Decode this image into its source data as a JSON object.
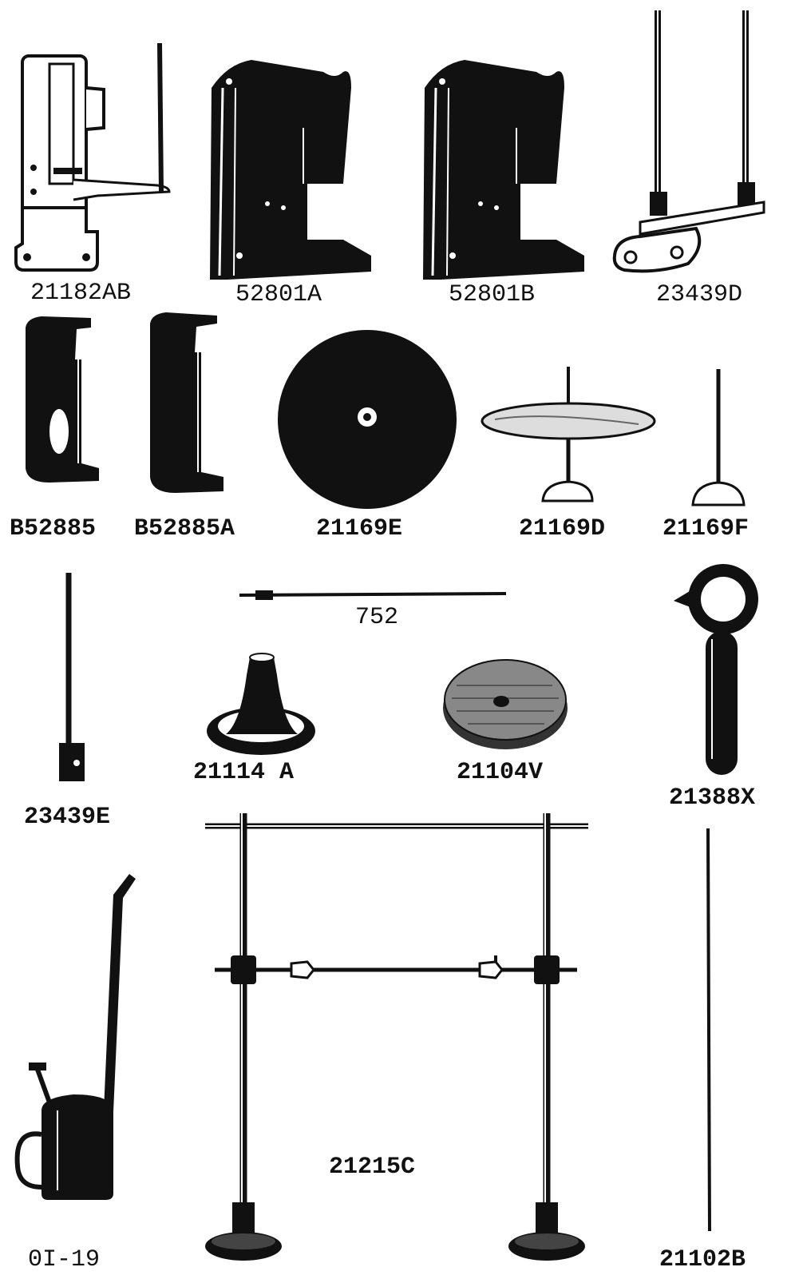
{
  "parts": [
    {
      "id": "p01",
      "number": "21182AB",
      "icon": "bracket-with-rod"
    },
    {
      "id": "p02",
      "number": "52801A",
      "icon": "black-plate"
    },
    {
      "id": "p03",
      "number": "52801B",
      "icon": "black-plate"
    },
    {
      "id": "p04",
      "number": "23439D",
      "icon": "twin-rod-bracket"
    },
    {
      "id": "p05",
      "number": "B52885",
      "icon": "channel-guard"
    },
    {
      "id": "p06",
      "number": "B52885A",
      "icon": "channel-guard"
    },
    {
      "id": "p07",
      "number": "21169E",
      "icon": "black-disc"
    },
    {
      "id": "p08",
      "number": "21169D",
      "icon": "spindle-tray"
    },
    {
      "id": "p09",
      "number": "21169F",
      "icon": "spindle-base"
    },
    {
      "id": "p10",
      "number": "752",
      "icon": "needle-rod"
    },
    {
      "id": "p11",
      "number": "21114 A",
      "icon": "cone-base"
    },
    {
      "id": "p12",
      "number": "21104V",
      "icon": "felt-washer"
    },
    {
      "id": "p13",
      "number": "21388X",
      "icon": "eye-handle"
    },
    {
      "id": "p14",
      "number": "23439E",
      "icon": "rod-with-collar"
    },
    {
      "id": "p15",
      "number": "0I-19",
      "icon": "oil-can"
    },
    {
      "id": "p16",
      "number": "21215C",
      "icon": "stand-frame"
    },
    {
      "id": "p17",
      "number": "21102B",
      "icon": "thin-rod"
    }
  ],
  "colors": {
    "ink": "#111111",
    "paper": "#ffffff"
  }
}
